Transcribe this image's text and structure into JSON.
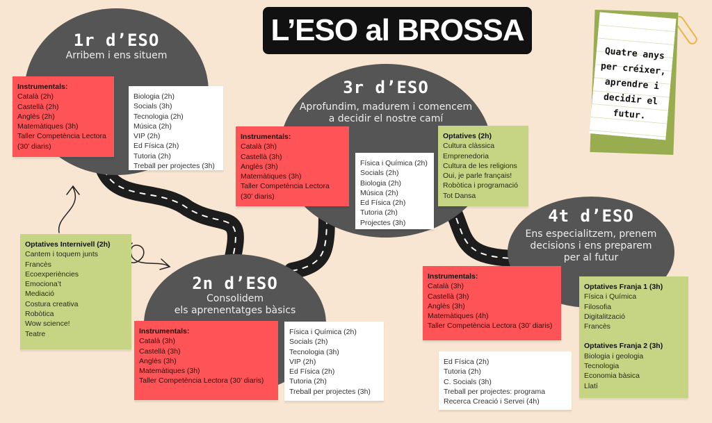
{
  "title": "L’ESO al BROSSA",
  "note": "Quatre anys per créixer, aprendre i decidir el futur.",
  "colors": {
    "background": "#f9e6d2",
    "circle": "#555555",
    "instrumentals": "#fe5457",
    "optatives": "#c5d583"
  },
  "year1": {
    "title": "1r d’ESO",
    "subtitle": "Arribem i ens situem",
    "instrumentals": {
      "heading": "Instrumentals:",
      "items": [
        "Català (2h)",
        "Castellà (2h)",
        "Anglès (2h)",
        "Matemàtiques (3h)",
        "Taller Competència Lectora",
        "(30’ diaris)"
      ]
    },
    "others": [
      "Biologia (2h)",
      "Socials (3h)",
      "Tecnologia (2h)",
      "Música (2h)",
      "VIP (2h)",
      "Ed  Física (2h)",
      "Tutoria (2h)",
      "Treball per projectes (3h)"
    ]
  },
  "internivell": {
    "heading": "Optatives Internivell (2h)",
    "items": [
      "Cantem i toquem junts",
      "Francès",
      "Ecoexperiències",
      "Emociona’t",
      "Mediació",
      "Costura creativa",
      "Robòtica",
      "Wow science!",
      "Teatre"
    ]
  },
  "year2": {
    "title": "2n d’ESO",
    "subtitle_lines": [
      "Consolidem",
      "els aprenentatges bàsics"
    ],
    "instrumentals": {
      "heading": "Instrumentals:",
      "items": [
        "Català (3h)",
        "Castellà (3h)",
        "Anglès (3h)",
        "Matemàtiques (3h)",
        "Taller Competència Lectora (30’ diaris)"
      ]
    },
    "others": [
      "Física i Química (2h)",
      "Socials (2h)",
      "Tecnologia (3h)",
      "VIP (2h)",
      "Ed  Física (2h)",
      "Tutoria (2h)",
      "Treball per projectes (3h)"
    ]
  },
  "year3": {
    "title": "3r d’ESO",
    "subtitle_lines": [
      "Aprofundim, madurem i comencem",
      "a decidir el nostre camí"
    ],
    "instrumentals": {
      "heading": "Instrumentals:",
      "items": [
        "Català (3h)",
        "Castellà (3h)",
        "Anglès (3h)",
        "Matemàtiques (3h)",
        "Taller Competència Lectora",
        "(30’ diaris)"
      ]
    },
    "others": [
      "Física i Química (2h)",
      "Socials (2h)",
      "Biologia (2h)",
      "Música (2h)",
      "Ed  Física (2h)",
      "Tutoria (2h)",
      "Projectes (3h)"
    ],
    "optatives": {
      "heading": "Optatives (2h)",
      "items": [
        "Cultura clàssica",
        "Emprenedoria",
        "Cultura de les religions",
        "Oui, je parle français!",
        "Robòtica i programació",
        "Tot Dansa"
      ]
    }
  },
  "year4": {
    "title": "4t d’ESO",
    "subtitle_lines": [
      "Ens especialitzem, prenem",
      "decisions i ens preparem",
      "per al futur"
    ],
    "instrumentals": {
      "heading": "Instrumentals:",
      "items": [
        "Català (3h)",
        "Castellà (3h)",
        "Anglès (3h)",
        "Matemàtiques (4h)",
        "Taller Competència Lectora (30’ diaris)"
      ]
    },
    "others": [
      "Ed  Física (2h)",
      "Tutoria (2h)",
      "C. Socials (3h)",
      "Treball per projectes: programa",
      "Recerca Creació i Servei (4h)"
    ],
    "franja1": {
      "heading": "Optatives Franja 1 (3h)",
      "items": [
        "Física i Química",
        "Filosofia",
        "Digitalització",
        "Francès"
      ]
    },
    "franja2": {
      "heading": "Optatives Franja 2 (3h)",
      "items": [
        "Biologia i geologia",
        "Tecnologia",
        "Economia bàsica",
        "Llatí"
      ]
    }
  }
}
